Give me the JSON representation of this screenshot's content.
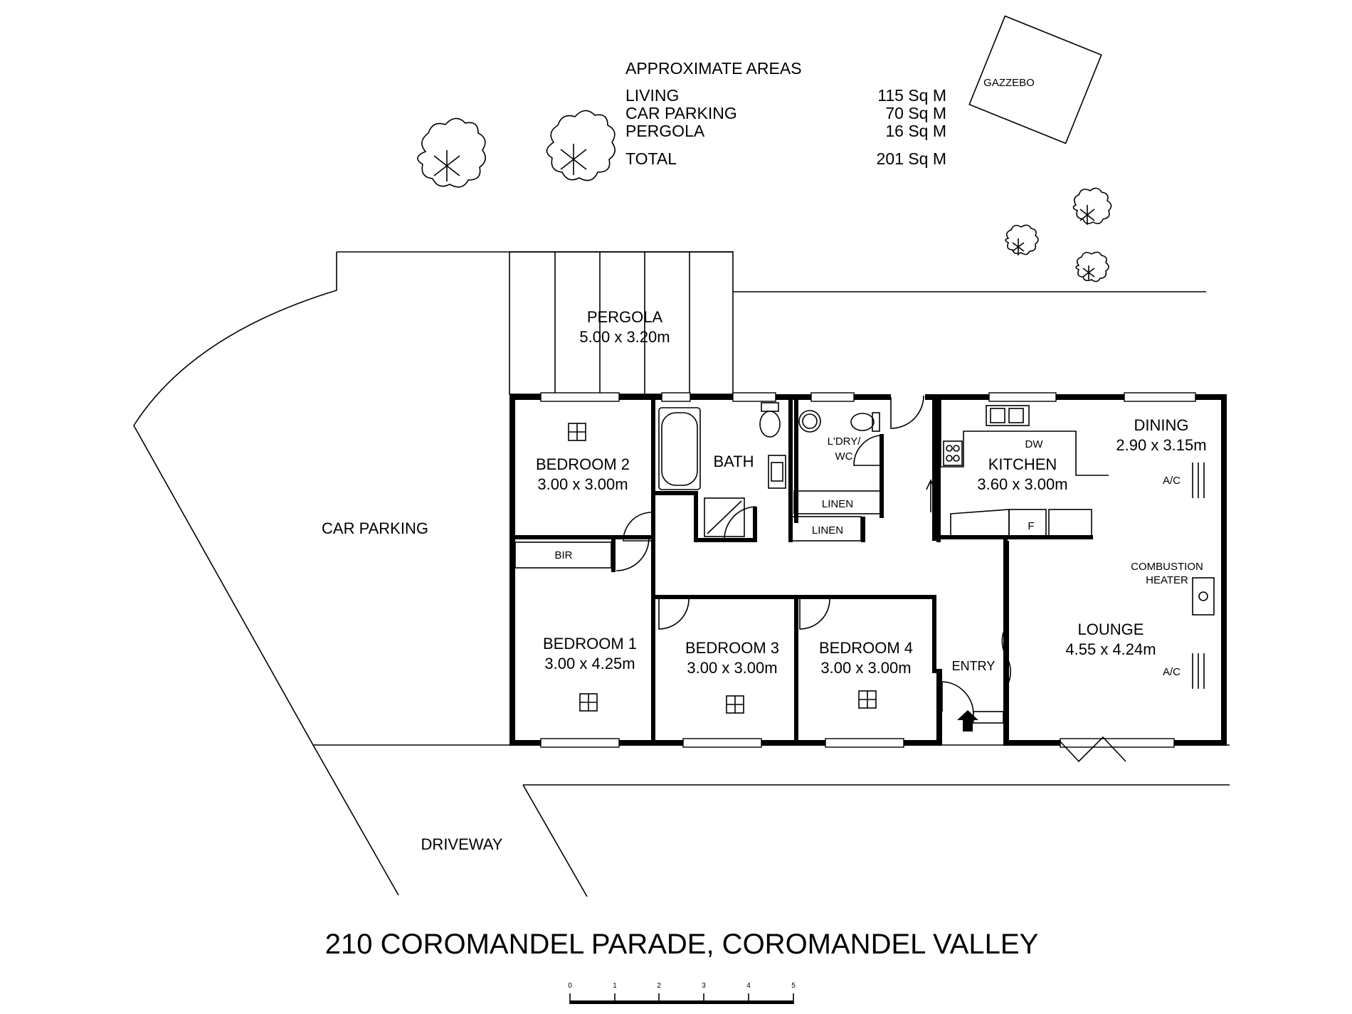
{
  "areas": {
    "heading": "APPROXIMATE AREAS",
    "rows": [
      {
        "label": "LIVING",
        "value": "115 Sq M"
      },
      {
        "label": "CAR PARKING",
        "value": "70 Sq M"
      },
      {
        "label": "PERGOLA",
        "value": "16 Sq M"
      }
    ],
    "total": {
      "label": "TOTAL",
      "value": "201 Sq M"
    }
  },
  "outdoor": {
    "gazebo": "GAZZEBO",
    "pergola_name": "PERGOLA",
    "pergola_size": "5.00 x 3.20m",
    "car_parking": "CAR PARKING",
    "driveway": "DRIVEWAY"
  },
  "rooms": {
    "bedroom2": {
      "name": "BEDROOM 2",
      "size": "3.00 x 3.00m"
    },
    "bath": {
      "name": "BATH"
    },
    "laundry": {
      "name_line1": "L'DRY/",
      "name_line2": "WC"
    },
    "linen1": "LINEN",
    "linen2": "LINEN",
    "kitchen": {
      "name": "KITCHEN",
      "size": "3.60 x 3.00m",
      "dw": "DW",
      "fridge": "F"
    },
    "dining": {
      "name": "DINING",
      "size": "2.90 x 3.15m"
    },
    "bir": "BIR",
    "bedroom1": {
      "name": "BEDROOM 1",
      "size": "3.00 x 4.25m"
    },
    "bedroom3": {
      "name": "BEDROOM 3",
      "size": "3.00 x 3.00m"
    },
    "bedroom4": {
      "name": "BEDROOM 4",
      "size": "3.00 x 3.00m"
    },
    "entry": "ENTRY",
    "lounge": {
      "name": "LOUNGE",
      "size": "4.55 x 4.24m"
    },
    "heater_line1": "COMBUSTION",
    "heater_line2": "HEATER",
    "ac1": "A/C",
    "ac2": "A/C"
  },
  "address": "210 COROMANDEL PARADE, COROMANDEL VALLEY",
  "scale": {
    "ticks": [
      "0",
      "1",
      "2",
      "3",
      "4",
      "5"
    ]
  }
}
